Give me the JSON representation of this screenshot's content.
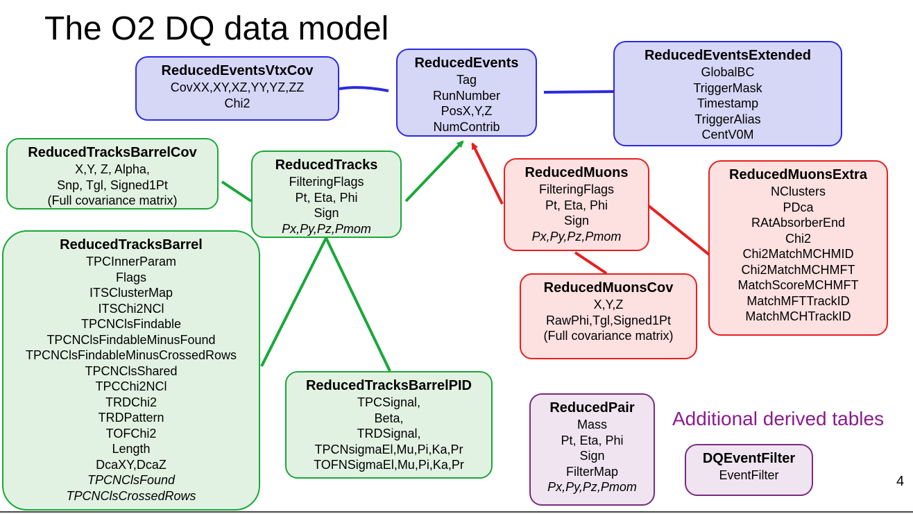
{
  "title": "The O2 DQ data model",
  "subtitle": "Additional derived tables",
  "page_number": "4",
  "colors": {
    "blue_fill": "#d6d6f7",
    "blue_border": "#2a2ae0",
    "green_fill": "#e2f2e2",
    "green_border": "#18a838",
    "red_fill": "#fde0e0",
    "red_border": "#e81e1e",
    "purple_fill": "#efe4f0",
    "purple_border": "#7a2a80",
    "subtitle_text": "#8b1a8e"
  },
  "tables": {
    "vtxcov": {
      "name": "ReducedEventsVtxCov",
      "fields": [
        "CovXX,XY,XZ,YY,YZ,ZZ",
        "Chi2"
      ]
    },
    "events": {
      "name": "ReducedEvents",
      "fields": [
        "Tag",
        "RunNumber",
        "PosX,Y,Z",
        "NumContrib"
      ]
    },
    "extended": {
      "name": "ReducedEventsExtended",
      "fields": [
        "GlobalBC",
        "TriggerMask",
        "Timestamp",
        "TriggerAlias",
        "CentV0M"
      ]
    },
    "barrelcov": {
      "name": "ReducedTracksBarrelCov",
      "fields": [
        "X,Y, Z, Alpha,",
        "Snp, Tgl, Signed1Pt",
        "(Full covariance matrix)"
      ]
    },
    "tracks": {
      "name": "ReducedTracks",
      "fields": [
        "FilteringFlags",
        "Pt, Eta, Phi",
        "Sign"
      ],
      "italic_field": "Px,Py,Pz,Pmom"
    },
    "muons": {
      "name": "ReducedMuons",
      "fields": [
        "FilteringFlags",
        "Pt, Eta, Phi",
        "Sign"
      ],
      "italic_field": "Px,Py,Pz,Pmom"
    },
    "muonsextra": {
      "name": "ReducedMuonsExtra",
      "fields": [
        "NClusters",
        "PDca",
        "RAtAbsorberEnd",
        "Chi2",
        "Chi2MatchMCHMID",
        "Chi2MatchMCHMFT",
        "MatchScoreMCHMFT",
        "MatchMFTTrackID",
        "MatchMCHTrackID"
      ]
    },
    "barrel": {
      "name": "ReducedTracksBarrel",
      "fields": [
        "TPCInnerParam",
        "Flags",
        "ITSClusterMap",
        "ITSChi2NCl",
        "TPCNClsFindable",
        "TPCNClsFindableMinusFound",
        "TPCNClsFindableMinusCrossedRows",
        "TPCNClsShared",
        "TPCChi2NCl",
        "TRDChi2",
        "TRDPattern",
        "TOFChi2",
        "Length",
        "DcaXY,DcaZ"
      ],
      "italic_fields": [
        "TPCNClsFound",
        "TPCNClsCrossedRows"
      ]
    },
    "muonscov": {
      "name": "ReducedMuonsCov",
      "fields": [
        "X,Y,Z",
        "RawPhi,Tgl,Signed1Pt",
        "(Full covariance matrix)"
      ]
    },
    "barrelpid": {
      "name": "ReducedTracksBarrelPID",
      "fields": [
        "TPCSignal,",
        "Beta,",
        "TRDSignal,",
        "TPCNsigmaEl,Mu,Pi,Ka,Pr",
        "TOFNSigmaEl,Mu,Pi,Ka,Pr"
      ]
    },
    "pair": {
      "name": "ReducedPair",
      "fields": [
        "Mass",
        "Pt, Eta, Phi",
        "Sign",
        "FilterMap"
      ],
      "italic_field": "Px,Py,Pz,Pmom"
    },
    "filter": {
      "name": "DQEventFilter",
      "fields": [
        "EventFilter"
      ]
    }
  }
}
